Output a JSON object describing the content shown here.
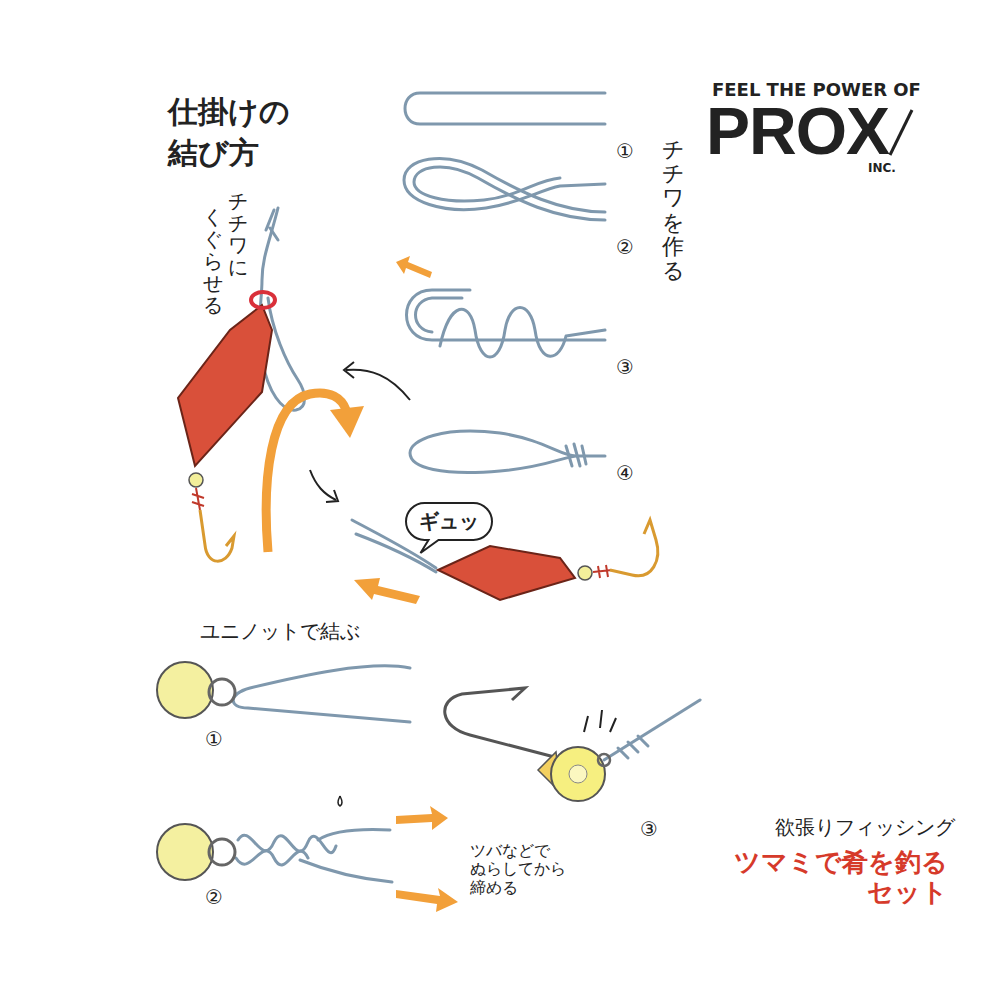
{
  "diagram": {
    "title": "仕掛けの 結び方",
    "nodes": [
      {
        "text": [
          "ギュッ"
        ]
      }
    ],
    "labels": [
      "FEEL THE POWER OF",
      "PROX",
      "INC.",
      "チチワを作る",
      "①",
      "②",
      "③",
      "④",
      "チチワに",
      "くぐらせる",
      "ユニノットで結ぶ",
      "①",
      "②",
      "③",
      "ツバなどで ぬらしてから 締める",
      "欲張りフィッシング",
      "ツマミで肴を釣る セット"
    ]
  }
}
